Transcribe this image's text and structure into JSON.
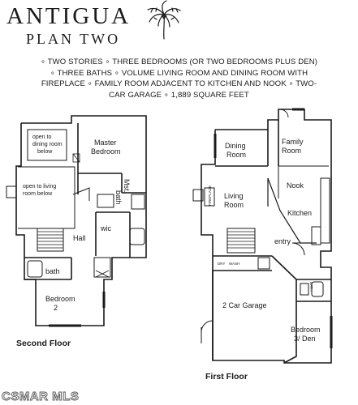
{
  "header": {
    "title": "ANTIGUA",
    "subtitle": "PLAN TWO",
    "features": "∘ TWO STORIES ∘ THREE BEDROOMS (OR TWO BEDROOMS PLUS DEN) ∘ THREE BATHS ∘ VOLUME LIVING ROOM AND DINING ROOM WITH FIREPLACE ∘ FAMILY ROOM ADJACENT TO KITCHEN AND NOOK ∘ TWO-CAR GARAGE ∘ 1,889 SQUARE FEET"
  },
  "second_floor": {
    "label": "Second Floor",
    "rooms": {
      "open_dining_1": "open to",
      "open_dining_2": "dining room",
      "open_dining_3": "below",
      "open_living_1": "open to living",
      "open_living_2": "room below",
      "master_1": "Master",
      "master_2": "Bedroom",
      "mst_bath_1": "Mst.",
      "mst_bath_2": "bath",
      "wic": "wic",
      "hall": "Hall",
      "bath": "bath",
      "bedroom2_1": "Bedroom",
      "bedroom2_2": "2"
    }
  },
  "first_floor": {
    "label": "First Floor",
    "rooms": {
      "dining_1": "Dining",
      "dining_2": "Room",
      "family_1": "Family",
      "family_2": "Room",
      "nook": "Nook",
      "living_1": "Living",
      "living_2": "Room",
      "fireplace": "FIREPLACE",
      "kitchen": "Kitchen",
      "entry": "entry",
      "dry": "DRY",
      "wash": "WASH",
      "garage": "2 Car Garage",
      "bath": "BATH",
      "bedroom3_1": "Bedroom",
      "bedroom3_2": "3/ Den"
    }
  },
  "watermark": "CSMAR MLS",
  "colors": {
    "ink": "#1a1a1a",
    "background": "#ffffff"
  },
  "icons": [
    "palm-tree-logo-icon"
  ]
}
